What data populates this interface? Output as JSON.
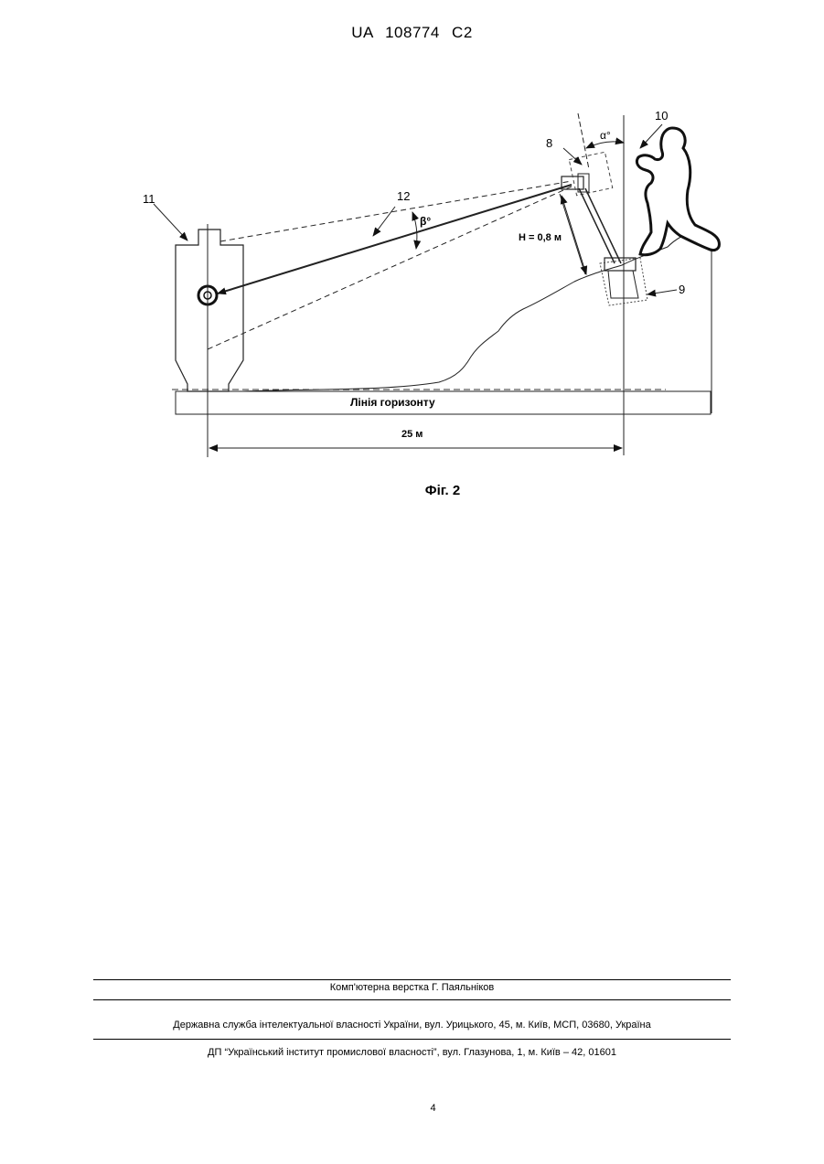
{
  "header": {
    "patent_id": "UA   108774   C2"
  },
  "figure": {
    "caption": "Фіг. 2",
    "labels": {
      "target": "11",
      "sight_line": "12",
      "sight_device": "8",
      "operator": "10",
      "base_unit": "9",
      "angle_alpha": "α°",
      "angle_beta": "β°",
      "height": "H = 0,8 м",
      "horizon": "Лінія горизонту",
      "distance": "25 м"
    }
  },
  "footer": {
    "typesetting": "Комп'ютерна верстка Г. Паяльніков",
    "agency": "Державна служба інтелектуальної власності України, вул. Урицького, 45, м. Київ, МСП, 03680, Україна",
    "institute": "ДП “Український інститут промислової власності”, вул. Глазунова, 1, м. Київ – 42, 01601"
  },
  "page_number": "4"
}
